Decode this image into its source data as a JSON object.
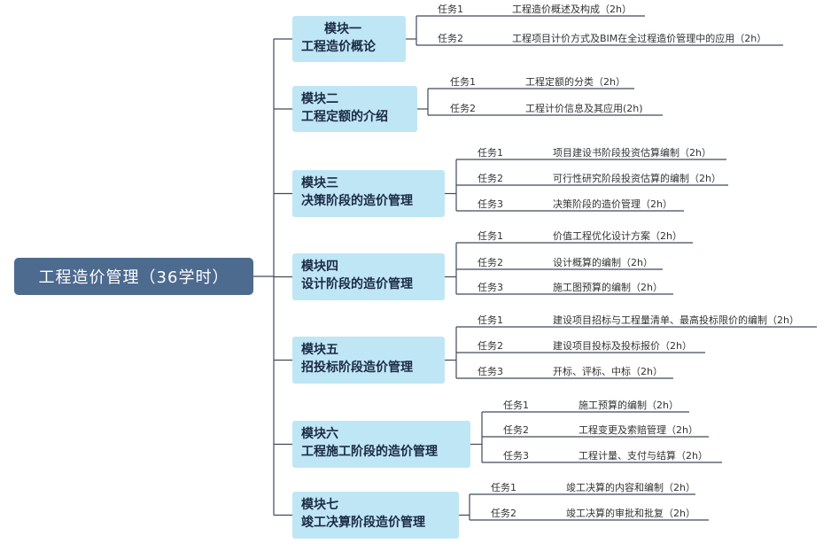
{
  "root": {
    "label": "工程造价管理（36学时）"
  },
  "modules": [
    {
      "name": "模块一",
      "title": "工程造价概论",
      "tasks": [
        {
          "no": "任务1",
          "text": "工程造价概述及构成（2h）"
        },
        {
          "no": "任务2",
          "text": "工程项目计价方式及BIM在全过程造价管理中的应用（2h）"
        }
      ]
    },
    {
      "name": "模块二",
      "title": "工程定额的介绍",
      "tasks": [
        {
          "no": "任务1",
          "text": "工程定额的分类（2h）"
        },
        {
          "no": "任务2",
          "text": "工程计价信息及其应用(2h)"
        }
      ]
    },
    {
      "name": "模块三",
      "title": "决策阶段的造价管理",
      "tasks": [
        {
          "no": "任务1",
          "text": "项目建设书阶段投资估算编制（2h）"
        },
        {
          "no": "任务2",
          "text": "可行性研究阶段投资估算的编制（2h）"
        },
        {
          "no": "任务3",
          "text": "决策阶段的造价管理（2h）"
        }
      ]
    },
    {
      "name": "模块四",
      "title": "设计阶段的造价管理",
      "tasks": [
        {
          "no": "任务1",
          "text": "价值工程优化设计方案（2h）"
        },
        {
          "no": "任务2",
          "text": "设计概算的编制（2h）"
        },
        {
          "no": "任务3",
          "text": "施工图预算的编制（2h）"
        }
      ]
    },
    {
      "name": "模块五",
      "title": "招投标阶段造价管理",
      "tasks": [
        {
          "no": "任务1",
          "text": "建设项目招标与工程量清单、最高投标限价的编制（2h）"
        },
        {
          "no": "任务2",
          "text": "建设项目投标及投标报价（2h）"
        },
        {
          "no": "任务3",
          "text": "开标、评标、中标（2h）"
        }
      ]
    },
    {
      "name": "模块六",
      "title": "工程施工阶段的造价管理",
      "tasks": [
        {
          "no": "任务1",
          "text": "施工预算的编制（2h）"
        },
        {
          "no": "任务2",
          "text": "工程变更及索赔管理（2h）"
        },
        {
          "no": "任务3",
          "text": "工程计量、支付与结算（2h）"
        }
      ]
    },
    {
      "name": "模块七",
      "title": "竣工决算阶段造价管理",
      "tasks": [
        {
          "no": "任务1",
          "text": "竣工决算的内容和编制（2h）"
        },
        {
          "no": "任务2",
          "text": "竣工决算的审批和批复（2h）"
        }
      ]
    }
  ]
}
